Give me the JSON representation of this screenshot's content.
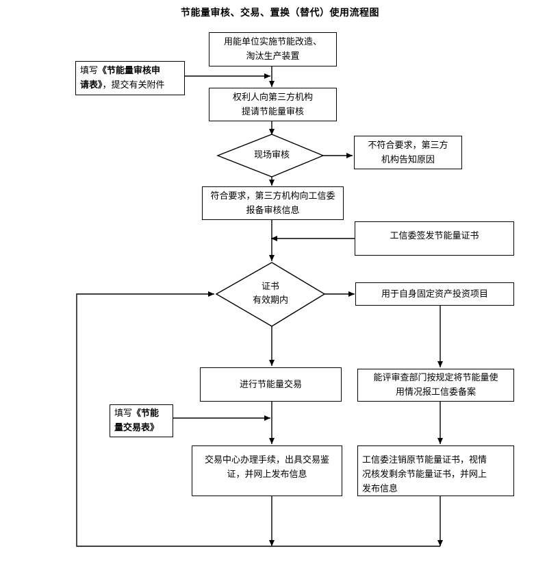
{
  "title": "节能量审核、交易、置换（替代）使用流程图",
  "nodes": {
    "start": {
      "line1": "用能单位实施节能改造、",
      "line2": "淘汰生产装置"
    },
    "fill_form": {
      "pre": "填写",
      "bold1": "《节能量审核申",
      "bold2": "请表》",
      "post": "，提交有关附件"
    },
    "apply": {
      "line1": "权利人向第三方机构",
      "line2": "提请节能量审核"
    },
    "site_review": {
      "text": "现场审核"
    },
    "not_meet": {
      "line1": "不符合要求，第三方",
      "line2": "机构告知原因"
    },
    "meet": {
      "line1": "符合要求，第三方机构向工信委",
      "line2": "报备审核信息"
    },
    "issue_cert": {
      "text": "工信委签发节能量证书"
    },
    "valid": {
      "line1": "证书",
      "line2": "有效期内"
    },
    "self_use": {
      "text": "用于自身固定资产投资项目"
    },
    "trade": {
      "text": "进行节能量交易"
    },
    "fill_trade": {
      "pre": "填写",
      "bold1": "《节能",
      "bold2": "量交易表》"
    },
    "trade_center": {
      "line1": "交易中心办理手续，出具交易鉴",
      "line2": "证，并网上发布信息"
    },
    "dept_report": {
      "line1": "能评审查部门按规定将节能量使",
      "line2": "用情况报工信委备案"
    },
    "cancel_cert": {
      "line1": "工信委注销原节能量证书，视情",
      "line2": "况核发剩余节能量证书，并网上",
      "line3": "发布信息"
    }
  }
}
